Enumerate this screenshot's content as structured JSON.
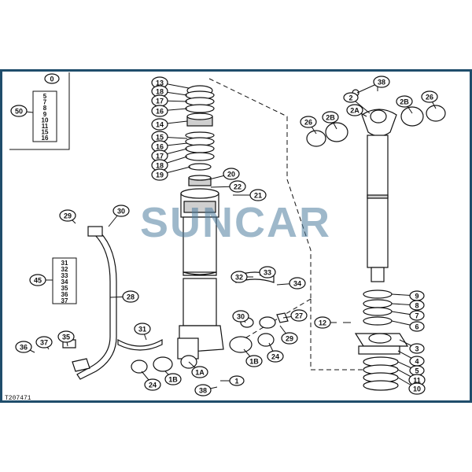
{
  "watermark": "SUNCAR",
  "figure_code": "T207471",
  "colors": {
    "frame": "#1f4d6b",
    "watermark": "#4f7fa0",
    "line": "#111111"
  },
  "callouts": [
    {
      "id": "c0",
      "label": "0"
    },
    {
      "id": "c50",
      "label": "50"
    },
    {
      "id": "c13",
      "label": "13"
    },
    {
      "id": "c18a",
      "label": "18"
    },
    {
      "id": "c17a",
      "label": "17"
    },
    {
      "id": "c16a",
      "label": "16"
    },
    {
      "id": "c14",
      "label": "14"
    },
    {
      "id": "c15",
      "label": "15"
    },
    {
      "id": "c16b",
      "label": "16"
    },
    {
      "id": "c17b",
      "label": "17"
    },
    {
      "id": "c18b",
      "label": "18"
    },
    {
      "id": "c19",
      "label": "19"
    },
    {
      "id": "c20",
      "label": "20"
    },
    {
      "id": "c22",
      "label": "22"
    },
    {
      "id": "c21",
      "label": "21"
    },
    {
      "id": "c38a",
      "label": "38"
    },
    {
      "id": "c2",
      "label": "2"
    },
    {
      "id": "c2A",
      "label": "2A"
    },
    {
      "id": "c2Ba",
      "label": "2B"
    },
    {
      "id": "c2Bb",
      "label": "2B"
    },
    {
      "id": "c26a",
      "label": "26"
    },
    {
      "id": "c26b",
      "label": "26"
    },
    {
      "id": "c29a",
      "label": "29"
    },
    {
      "id": "c30a",
      "label": "30"
    },
    {
      "id": "c45",
      "label": "45"
    },
    {
      "id": "c28",
      "label": "28"
    },
    {
      "id": "c32",
      "label": "32"
    },
    {
      "id": "c33",
      "label": "33"
    },
    {
      "id": "c34",
      "label": "34"
    },
    {
      "id": "c9",
      "label": "9"
    },
    {
      "id": "c8",
      "label": "8"
    },
    {
      "id": "c7",
      "label": "7"
    },
    {
      "id": "c6",
      "label": "6"
    },
    {
      "id": "c12",
      "label": "12"
    },
    {
      "id": "c31",
      "label": "31"
    },
    {
      "id": "c30b",
      "label": "30"
    },
    {
      "id": "c27",
      "label": "27"
    },
    {
      "id": "c29b",
      "label": "29"
    },
    {
      "id": "c3",
      "label": "3"
    },
    {
      "id": "c4",
      "label": "4"
    },
    {
      "id": "c5",
      "label": "5"
    },
    {
      "id": "c11",
      "label": "11"
    },
    {
      "id": "c10",
      "label": "10"
    },
    {
      "id": "c36",
      "label": "36"
    },
    {
      "id": "c37",
      "label": "37"
    },
    {
      "id": "c35",
      "label": "35"
    },
    {
      "id": "c24a",
      "label": "24"
    },
    {
      "id": "c24b",
      "label": "24"
    },
    {
      "id": "c1B",
      "label": "1B"
    },
    {
      "id": "c1Bb",
      "label": "1B"
    },
    {
      "id": "c1A",
      "label": "1A"
    },
    {
      "id": "c1",
      "label": "1"
    },
    {
      "id": "c38b",
      "label": "38"
    }
  ],
  "kit_box_50": {
    "items": [
      "5",
      "7",
      "8",
      "9",
      "10",
      "11",
      "15",
      "16"
    ]
  },
  "kit_box_45": {
    "items": [
      "31",
      "32",
      "33",
      "34",
      "35",
      "36",
      "37"
    ]
  }
}
